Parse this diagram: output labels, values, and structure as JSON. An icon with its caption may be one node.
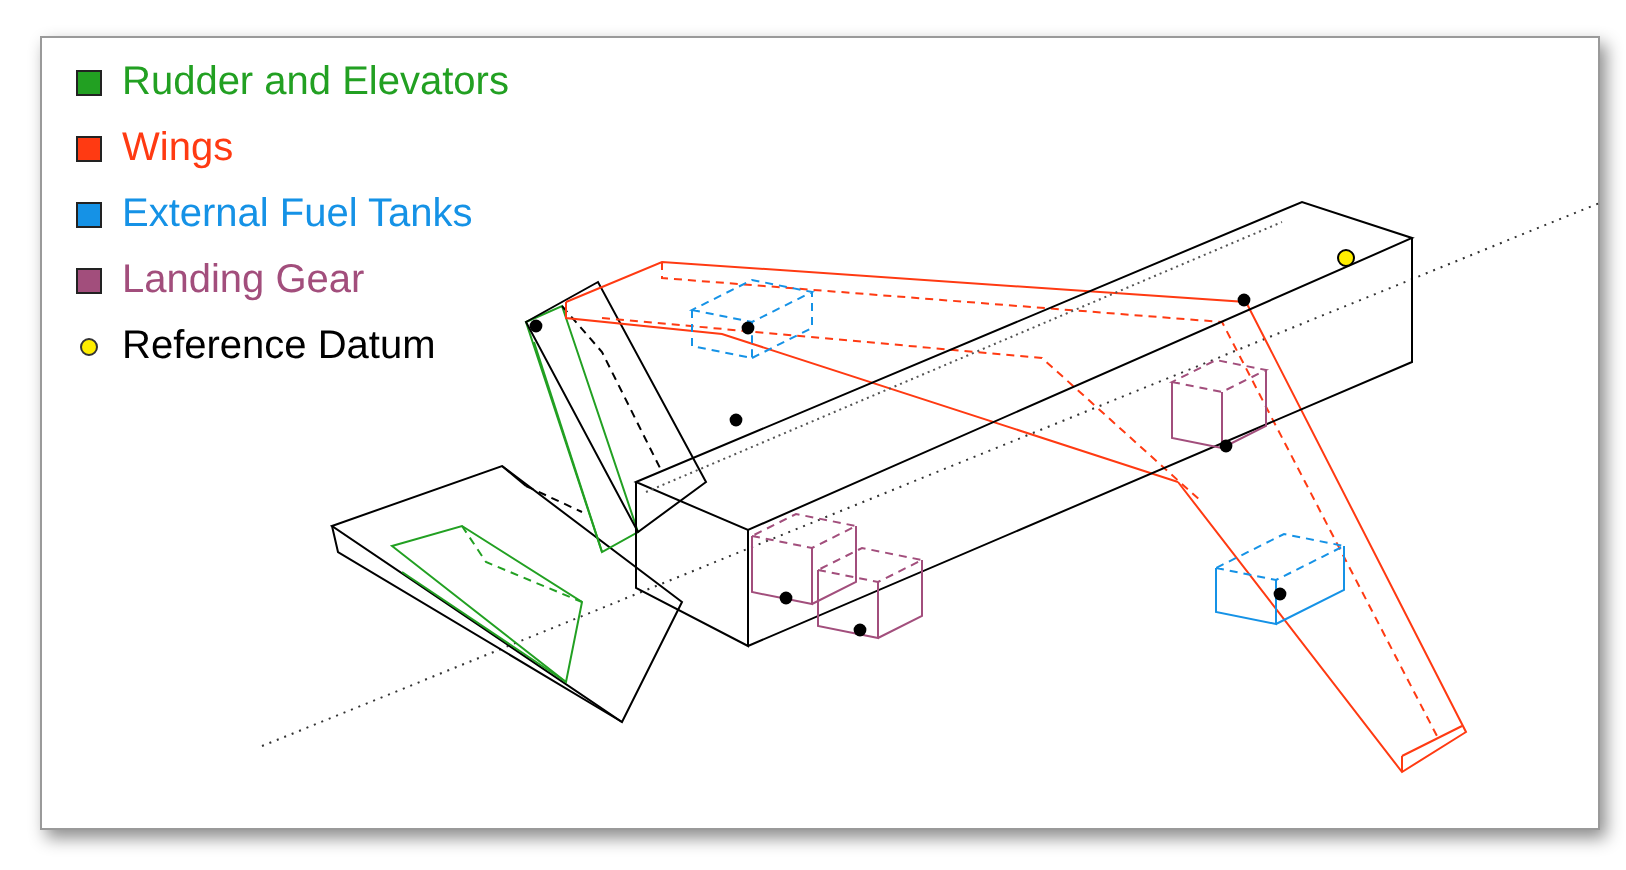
{
  "diagram": {
    "legend": [
      {
        "text": "Rudder and Elevators",
        "color": "#22a022"
      },
      {
        "text": "Wings",
        "color": "#ff3a12"
      },
      {
        "text": "External Fuel Tanks",
        "color": "#1592e6"
      },
      {
        "text": "Landing Gear",
        "color": "#a24e7c"
      },
      {
        "text": "Reference Datum"
      }
    ]
  }
}
